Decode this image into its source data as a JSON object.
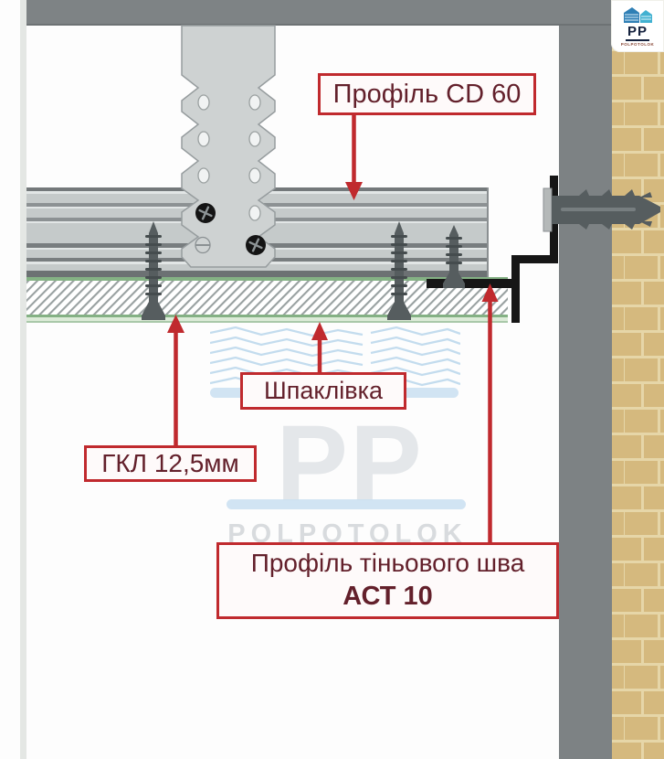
{
  "diagram": {
    "labels": {
      "cd60": "Профіль CD 60",
      "shpaklivka": "Шпаклівка",
      "gkl": "ГКЛ 12,5мм",
      "shadow_line1": "Профіль тіньового шва",
      "shadow_line2": "АСТ 10"
    },
    "watermark": {
      "pp": "PP",
      "brand": "POLPOTOLOK"
    },
    "logo": {
      "pp": "PP",
      "brand": "POLPOTOLOK"
    },
    "colors": {
      "accent_red": "#c02a2e",
      "label_text": "#63202b",
      "ceiling_gray": "#7e8385",
      "wall_gray": "#7d8284",
      "profile_gray": "#c5caca",
      "bracket_gray": "#ced2d2",
      "brick_tan": "#d5b97e",
      "brick_mortar": "#e6d6a8",
      "putty_green": "#84b184",
      "shadow_black": "#161616",
      "watermark_blue": "#c9dff1",
      "logo_navy": "#16233f"
    }
  }
}
